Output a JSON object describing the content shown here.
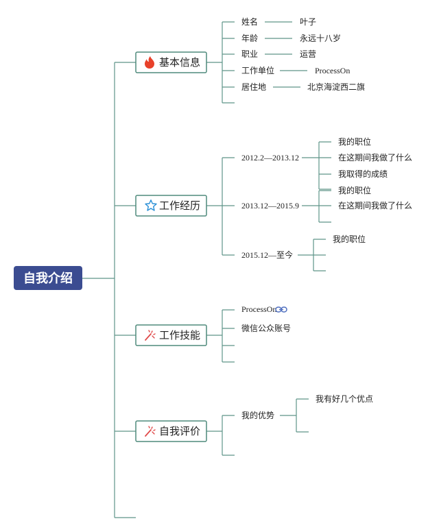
{
  "root": {
    "label": "自我介绍"
  },
  "branches": [
    {
      "label": "基本信息",
      "icon": "flame-icon",
      "items": [
        {
          "label": "姓名",
          "value": "叶子"
        },
        {
          "label": "年龄",
          "value": "永远十八岁"
        },
        {
          "label": "职业",
          "value": "运营"
        },
        {
          "label": "工作单位",
          "value": "ProcessOn"
        },
        {
          "label": "居住地",
          "value": "北京海淀西二旗"
        }
      ]
    },
    {
      "label": "工作经历",
      "icon": "star-icon",
      "periods": [
        {
          "label": "2012.2—2013.12",
          "details": [
            "我的职位",
            "在这期间我做了什么",
            "我取得的成绩"
          ]
        },
        {
          "label": "2013.12—2015.9",
          "details": [
            "我的职位",
            "在这期间我做了什么"
          ]
        },
        {
          "label": "2015.12—至今",
          "details": [
            "我的职位"
          ]
        }
      ]
    },
    {
      "label": "工作技能",
      "icon": "sparkle-icon",
      "items": [
        "ProcessOn",
        "微信公众账号"
      ],
      "link_icon": "link-icon"
    },
    {
      "label": "自我评价",
      "icon": "sparkle-icon",
      "items": [
        {
          "label": "我的优势",
          "details": [
            "我有好几个优点"
          ]
        }
      ]
    }
  ],
  "colors": {
    "root_fill": "#3b4c91",
    "connector": "#5e9488",
    "branch_border": "#4f8a7c",
    "flame": "#e8412a",
    "star": "#2a8fd6",
    "sparkle": "#e04a4a"
  }
}
